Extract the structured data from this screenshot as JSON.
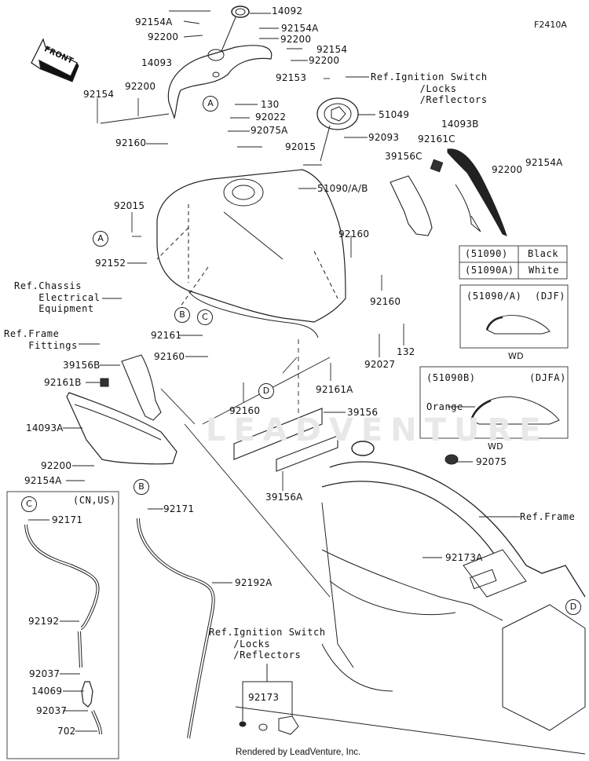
{
  "diagram": {
    "figure_id": "F2410A",
    "front_arrow": "FRONT",
    "watermark": "LEADVENTURE",
    "footer": "Rendered by LeadVenture, Inc.",
    "callouts": {
      "A": "A",
      "B": "B",
      "C": "C",
      "D": "D"
    },
    "parts": {
      "p14092": "14092",
      "p92154A_top": "92154A",
      "p92200_top": "92200",
      "p14093": "14093",
      "p92154A_mid": "92154A",
      "p92200_mid": "92200",
      "p92154_right": "92154",
      "p92200_right": "92200",
      "p92154_left": "92154",
      "p92200_left": "92200",
      "p92153": "92153",
      "p130": "130",
      "p92022": "92022",
      "p51049": "51049",
      "p92160_a": "92160",
      "p92075A": "92075A",
      "p92015_top": "92015",
      "p92093": "92093",
      "p14093B": "14093B",
      "p92161C": "92161C",
      "p39156C": "39156C",
      "p92200_r2": "92200",
      "p92154A_r2": "92154A",
      "p51090AB": "51090/A/B",
      "p92015_left": "92015",
      "p92160_b": "92160",
      "p92152": "92152",
      "p92160_c": "92160",
      "p92161": "92161",
      "p92160_d": "92160",
      "p132": "132",
      "p92027": "92027",
      "p39156B": "39156B",
      "p92161B": "92161B",
      "p92161A": "92161A",
      "p92160_e": "92160",
      "p14093A": "14093A",
      "p39156": "39156",
      "p92200_bl": "92200",
      "p92154A_bl": "92154A",
      "p39156A": "39156A",
      "p92075": "92075",
      "p92171_c": "92171",
      "p92171_b": "92171",
      "p92192A": "92192A",
      "p92173A": "92173A",
      "p92192": "92192",
      "p92037_a": "92037",
      "p14069": "14069",
      "p92037_b": "92037",
      "p702": "702",
      "p92173": "92173"
    },
    "references": {
      "ignition_top": "Ref.Ignition Switch\n        /Locks\n        /Reflectors",
      "chassis": "Ref.Chassis\n    Electrical\n    Equipment",
      "frame_fittings": "Ref.Frame\n    Fittings",
      "frame": "Ref.Frame",
      "ignition_bottom": "Ref.Ignition Switch\n    /Locks\n    /Reflectors"
    },
    "color_table": {
      "rows": [
        {
          "part": "(51090)",
          "color": "Black"
        },
        {
          "part": "(51090A)",
          "color": "White"
        }
      ]
    },
    "variant_box_1": {
      "part": "(51090/A)",
      "code": "(DJF)",
      "caption": "WD"
    },
    "variant_box_2": {
      "part": "(51090B)",
      "code": "(DJFA)",
      "label": "Orange",
      "caption": "WD"
    },
    "inset_box": {
      "market": "(CN,US)"
    }
  }
}
